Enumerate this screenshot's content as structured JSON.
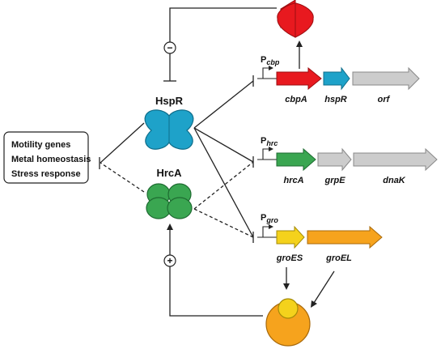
{
  "regulators": {
    "hspr": {
      "label": "HspR",
      "color": "#1ea2c9"
    },
    "hrca": {
      "label": "HrcA",
      "color": "#3aa651"
    }
  },
  "target_box": {
    "items": [
      "Motility genes",
      "Metal homeostasis",
      "Stress response"
    ]
  },
  "promoters": {
    "cbp": {
      "prefix": "P",
      "sub": "cbp"
    },
    "hrc": {
      "prefix": "P",
      "sub": "hrc"
    },
    "gro": {
      "prefix": "P",
      "sub": "gro"
    }
  },
  "genes": {
    "cbpA": {
      "label": "cbpA",
      "color": "#e8191f"
    },
    "hspR": {
      "label": "hspR",
      "color": "#1ea2c9"
    },
    "orf": {
      "label": "orf",
      "color": "#cccccc"
    },
    "hrcA": {
      "label": "hrcA",
      "color": "#3aa651"
    },
    "grpE": {
      "label": "grpE",
      "color": "#cccccc"
    },
    "dnaK": {
      "label": "dnaK",
      "color": "#cccccc"
    },
    "groES": {
      "label": "groES",
      "color": "#f4d21c"
    },
    "groEL": {
      "label": "groEL",
      "color": "#f6a31d"
    }
  },
  "feedback": {
    "negative_sign": "−",
    "positive_sign": "+"
  },
  "colors": {
    "cbpA_protein": "#e8191f",
    "groES_protein": "#f4d21c",
    "groEL_protein": "#f6a31d",
    "line": "#222222"
  }
}
